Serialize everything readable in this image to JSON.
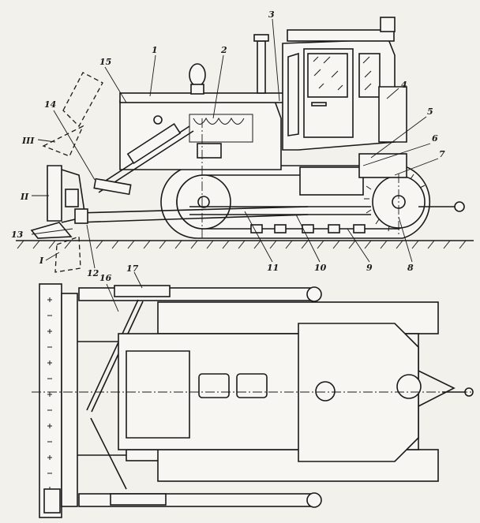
{
  "labels": {
    "side": [
      {
        "id": "n1",
        "text": "1"
      },
      {
        "id": "n2",
        "text": "2"
      },
      {
        "id": "n3",
        "text": "3"
      },
      {
        "id": "n4",
        "text": "4"
      },
      {
        "id": "n5",
        "text": "5"
      },
      {
        "id": "n6",
        "text": "6"
      },
      {
        "id": "n7",
        "text": "7"
      },
      {
        "id": "n8",
        "text": "8"
      },
      {
        "id": "n9",
        "text": "9"
      },
      {
        "id": "n10",
        "text": "10"
      },
      {
        "id": "n11",
        "text": "11"
      },
      {
        "id": "n12",
        "text": "12"
      },
      {
        "id": "n13",
        "text": "13"
      },
      {
        "id": "n14",
        "text": "14"
      },
      {
        "id": "n15",
        "text": "15"
      },
      {
        "id": "p1",
        "text": "I"
      },
      {
        "id": "p2",
        "text": "II"
      },
      {
        "id": "p3",
        "text": "III"
      }
    ],
    "top": [
      {
        "id": "n16",
        "text": "16"
      },
      {
        "id": "n17",
        "text": "17"
      }
    ]
  }
}
